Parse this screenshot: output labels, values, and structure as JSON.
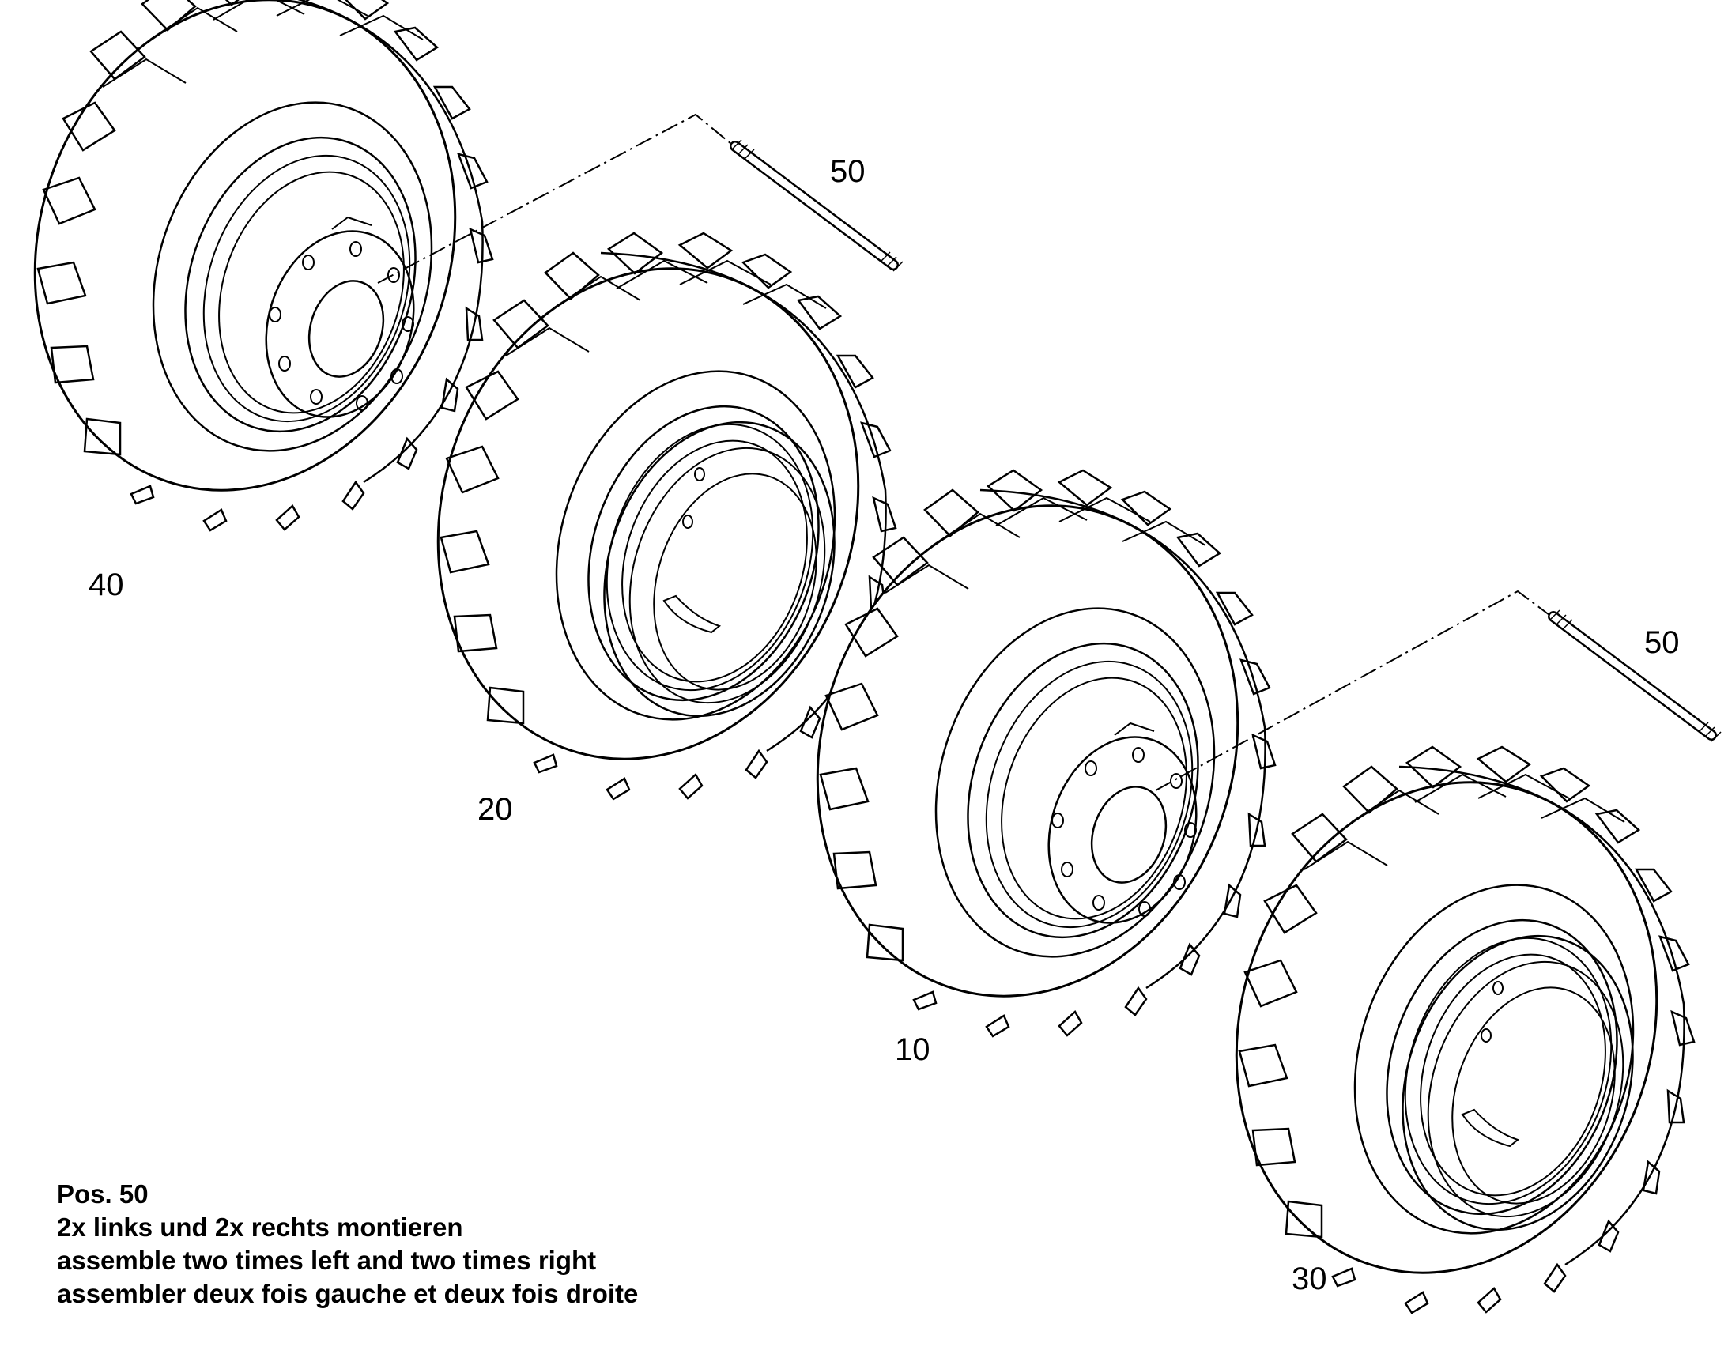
{
  "callouts": {
    "pos_40": "40",
    "pos_20": "20",
    "pos_10": "10",
    "pos_30": "30",
    "pos_50_top": "50",
    "pos_50_right": "50"
  },
  "note": {
    "title": "Pos. 50",
    "line_de": "2x links und 2x rechts montieren",
    "line_en": "assemble two times left and two times right",
    "line_fr": "assembler deux fois gauche et deux fois droite"
  },
  "colors": {
    "line": "#000000",
    "background": "#ffffff"
  },
  "icons": [
    "wheel-icon",
    "axle-pin-icon"
  ]
}
